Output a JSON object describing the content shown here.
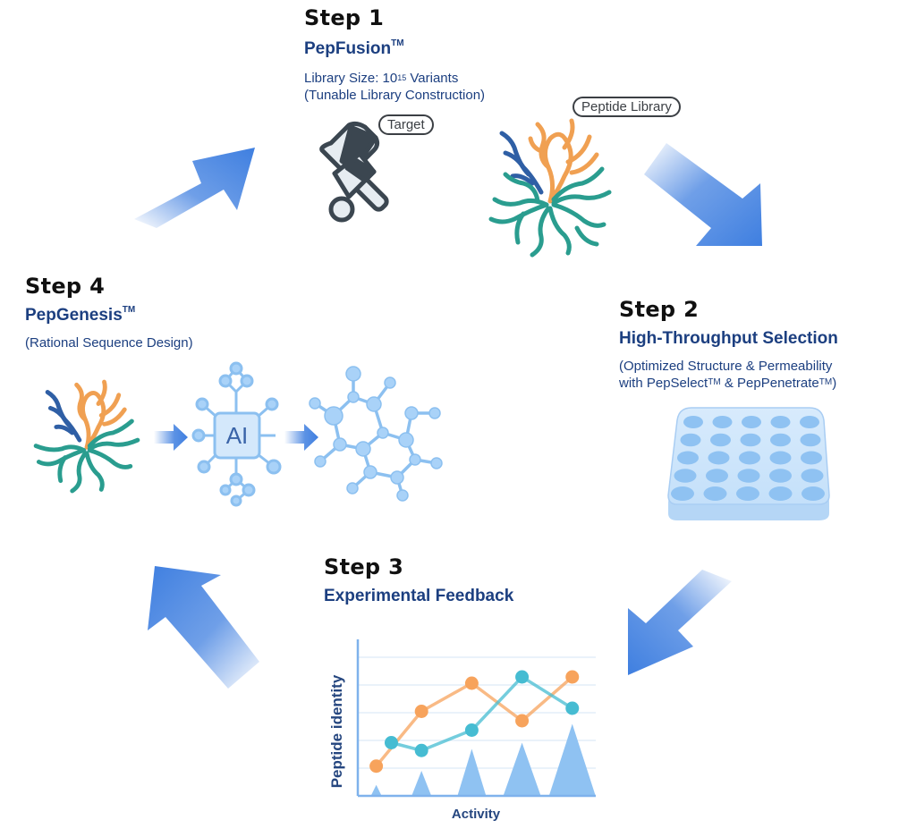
{
  "title": "Peptide discovery cycle",
  "steps": [
    {
      "label": "Step 1",
      "name": "PepFusion",
      "name_tm": "TM",
      "desc_line1_pre": "Library Size: 10",
      "desc_line1_exp": "15",
      "desc_line1_post": " Variants",
      "desc_line2": "(Tunable Library Construction)",
      "pills": [
        "Target",
        "Peptide Library"
      ]
    },
    {
      "label": "Step 2",
      "name": "High-Throughput Selection",
      "desc_line1": "(Optimized Structure & Permeability",
      "desc_line2_a": "with PepSelect",
      "desc_line2_tm1": "TM",
      "desc_line2_b": " & PepPenetrate",
      "desc_line2_tm2": "TM",
      "desc_line2_c": ")",
      "plate": {
        "rows": 5,
        "cols": 5
      }
    },
    {
      "label": "Step 3",
      "name": "Experimental Feedback"
    },
    {
      "label": "Step 4",
      "name": "PepGenesis",
      "name_tm": "TM",
      "desc": "(Rational Sequence Design)",
      "chip_label": "AI"
    }
  ],
  "icons": {
    "target": "target-protein-icon",
    "library": "peptide-library-icon",
    "plate": "well-plate-icon",
    "chip": "ai-chip-icon",
    "molecule": "molecule-icon"
  },
  "colors": {
    "arrow": "#3f7fe0",
    "heading": "#111111",
    "name": "#1c3f80",
    "orange": "#f4a261",
    "teal": "#2a9d8f",
    "navy": "#2f5fa5",
    "cyan": "#4cbfd8",
    "plate": "#bfdcf8"
  },
  "chart_data": {
    "type": "line",
    "title": "",
    "xlabel": "Activity",
    "ylabel": "Peptide identity",
    "x": [
      1,
      2,
      3,
      4,
      5
    ],
    "ylim": [
      0,
      5
    ],
    "grid": true,
    "series": [
      {
        "name": "orange",
        "color": "#f7a35c",
        "x": [
          0.6,
          1.5,
          2.5,
          3.5,
          4.5
        ],
        "values": [
          0.95,
          2.7,
          3.6,
          2.4,
          3.8
        ]
      },
      {
        "name": "teal",
        "color": "#46bcd2",
        "x": [
          0.9,
          1.5,
          2.5,
          3.5,
          4.5
        ],
        "values": [
          1.7,
          1.45,
          2.1,
          3.8,
          2.8
        ]
      }
    ],
    "peaks": {
      "x": [
        0.6,
        1.5,
        2.5,
        3.5,
        4.5
      ],
      "values": [
        0.35,
        0.8,
        1.5,
        1.7,
        2.3
      ],
      "color": "#8fc2f2"
    }
  }
}
